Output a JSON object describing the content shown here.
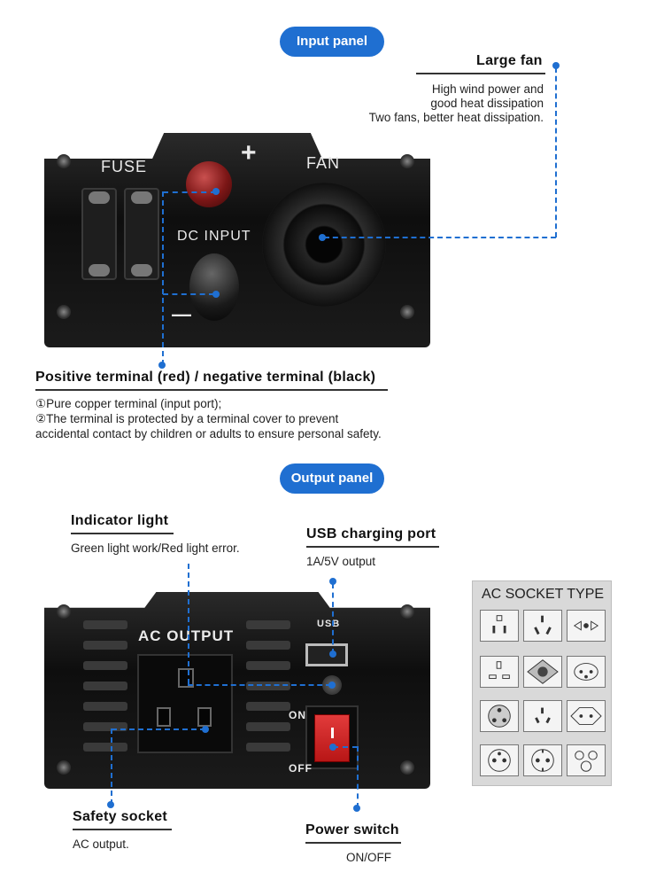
{
  "input_panel": {
    "pill": "Input panel",
    "large_fan": {
      "heading": "Large fan",
      "lines": [
        "High wind power and",
        "good heat dissipation",
        "Two fans, better heat dissipation."
      ]
    },
    "device_labels": {
      "fuse": "FUSE",
      "plus": "+",
      "fan": "FAN",
      "dc_input": "DC  INPUT",
      "minus": "—"
    },
    "terminals": {
      "heading": "Positive terminal (red) / negative terminal (black)",
      "lines": [
        "①Pure copper terminal (input port);",
        "②The terminal is protected by a terminal cover to prevent",
        "accidental contact by children or adults to ensure personal safety."
      ]
    }
  },
  "output_panel": {
    "pill": "Output panel",
    "indicator": {
      "heading": "Indicator light",
      "desc": "Green light work/Red light error."
    },
    "usb": {
      "heading": "USB charging port",
      "desc": "1A/5V output"
    },
    "device_labels": {
      "ac_output": "AC  OUTPUT",
      "usb": "USB",
      "on": "ON",
      "off": "OFF"
    },
    "safety": {
      "heading": "Safety socket",
      "desc": "AC output."
    },
    "power": {
      "heading": "Power switch",
      "desc": "ON/OFF"
    },
    "ac_socket_type": {
      "title": "AC SOCKET TYPE"
    }
  },
  "colors": {
    "accent": "#1f6fd1"
  }
}
